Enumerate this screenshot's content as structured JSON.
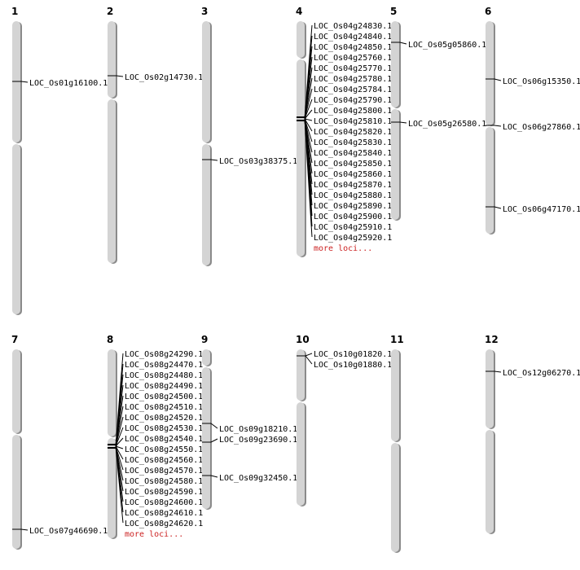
{
  "colors": {
    "chromosome": "#d4d4d4",
    "shadow": "#8a8a8a",
    "more_link": "#cc2222"
  },
  "more_label": "more loci...",
  "chromosomes": [
    {
      "name": "1",
      "loci": [
        "LOC_Os01g16100.1"
      ],
      "more": false
    },
    {
      "name": "2",
      "loci": [
        "LOC_Os02g14730.1"
      ],
      "more": false
    },
    {
      "name": "3",
      "loci": [
        "LOC_Os03g38375.1"
      ],
      "more": false
    },
    {
      "name": "4",
      "loci": [
        "LOC_Os04g24830.1",
        "LOC_Os04g24840.1",
        "LOC_Os04g24850.1",
        "LOC_Os04g25760.1",
        "LOC_Os04g25770.1",
        "LOC_Os04g25780.1",
        "LOC_Os04g25784.1",
        "LOC_Os04g25790.1",
        "LOC_Os04g25800.1",
        "LOC_Os04g25810.1",
        "LOC_Os04g25820.1",
        "LOC_Os04g25830.1",
        "LOC_Os04g25840.1",
        "LOC_Os04g25850.1",
        "LOC_Os04g25860.1",
        "LOC_Os04g25870.1",
        "LOC_Os04g25880.1",
        "LOC_Os04g25890.1",
        "LOC_Os04g25900.1",
        "LOC_Os04g25910.1",
        "LOC_Os04g25920.1"
      ],
      "more": true
    },
    {
      "name": "5",
      "loci": [
        "LOC_Os05g05860.1",
        "LOC_Os05g26580.1"
      ],
      "more": false
    },
    {
      "name": "6",
      "loci": [
        "LOC_Os06g15350.1",
        "LOC_Os06g27860.1",
        "LOC_Os06g47170.1"
      ],
      "more": false
    },
    {
      "name": "7",
      "loci": [
        "LOC_Os07g46690.1"
      ],
      "more": false
    },
    {
      "name": "8",
      "loci": [
        "LOC_Os08g24290.1",
        "LOC_Os08g24470.1",
        "LOC_Os08g24480.1",
        "LOC_Os08g24490.1",
        "LOC_Os08g24500.1",
        "LOC_Os08g24510.1",
        "LOC_Os08g24520.1",
        "LOC_Os08g24530.1",
        "LOC_Os08g24540.1",
        "LOC_Os08g24550.1",
        "LOC_Os08g24560.1",
        "LOC_Os08g24570.1",
        "LOC_Os08g24580.1",
        "LOC_Os08g24590.1",
        "LOC_Os08g24600.1",
        "LOC_Os08g24610.1",
        "LOC_Os08g24620.1"
      ],
      "more": true
    },
    {
      "name": "9",
      "loci": [
        "LOC_Os09g18210.1",
        "LOC_Os09g23690.1",
        "LOC_Os09g32450.1"
      ],
      "more": false
    },
    {
      "name": "10",
      "loci": [
        "LOC_Os10g01820.1",
        "LOC_Os10g01880.1"
      ],
      "more": false
    },
    {
      "name": "11",
      "loci": [],
      "more": false
    },
    {
      "name": "12",
      "loci": [
        "LOC_Os12g06270.1"
      ],
      "more": false
    }
  ]
}
